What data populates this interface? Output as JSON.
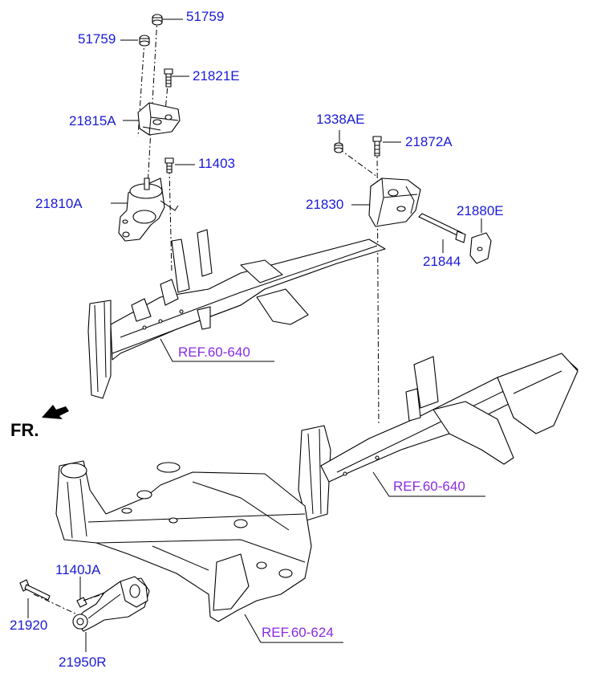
{
  "labels": {
    "p51759_top": "51759",
    "p51759_left": "51759",
    "p21821E": "21821E",
    "p21815A": "21815A",
    "p11403": "11403",
    "p21810A": "21810A",
    "p1338AE": "1338AE",
    "p21872A": "21872A",
    "p21830": "21830",
    "p21880E": "21880E",
    "p21844": "21844",
    "ref_upper": "REF.60-640",
    "ref_right": "REF.60-640",
    "ref_bottom": "REF.60-624",
    "p1140JA": "1140JA",
    "p21920": "21920",
    "p21950R": "21950R",
    "front": "FR."
  },
  "colors": {
    "part_number": "#1a1ad6",
    "reference": "#8a2be2",
    "line": "#000000"
  }
}
